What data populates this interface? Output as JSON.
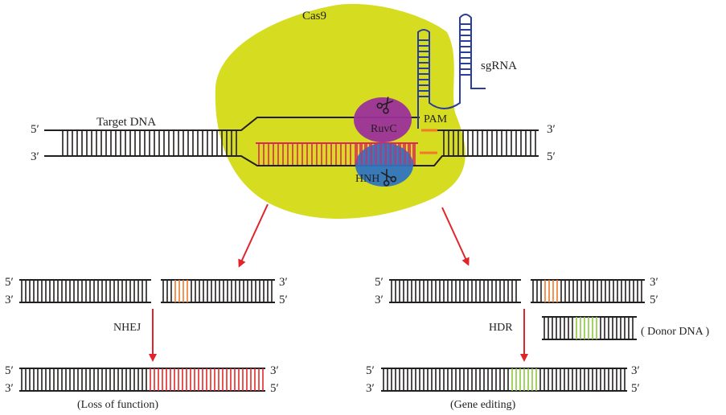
{
  "labels": {
    "cas9": "Cas9",
    "sgrna": "sgRNA",
    "target_dna": "Target DNA",
    "pam": "PAM",
    "ruvc": "RuvC",
    "hnh": "HNH",
    "nhej": "NHEJ",
    "hdr": "HDR",
    "donor_dna": "( Donor DNA )",
    "loss_of_function": "(Loss of function)",
    "gene_editing": "(Gene editing)"
  },
  "ends": {
    "five_prime": "5′",
    "three_prime": "3′"
  },
  "colors": {
    "cas9_body": "#d6dc1f",
    "ruvc": "#9b2f9b",
    "hnh": "#2f74c0",
    "sgrna": "#2b3d9c",
    "pam": "#f07a2a",
    "guide_rungs": "#e0245e",
    "cut_site": "#f07a2a",
    "nhej_insert": "#e32a2a",
    "donor_insert": "#8cc63f",
    "arrow": "#e0242a",
    "dna": "#231f20"
  }
}
